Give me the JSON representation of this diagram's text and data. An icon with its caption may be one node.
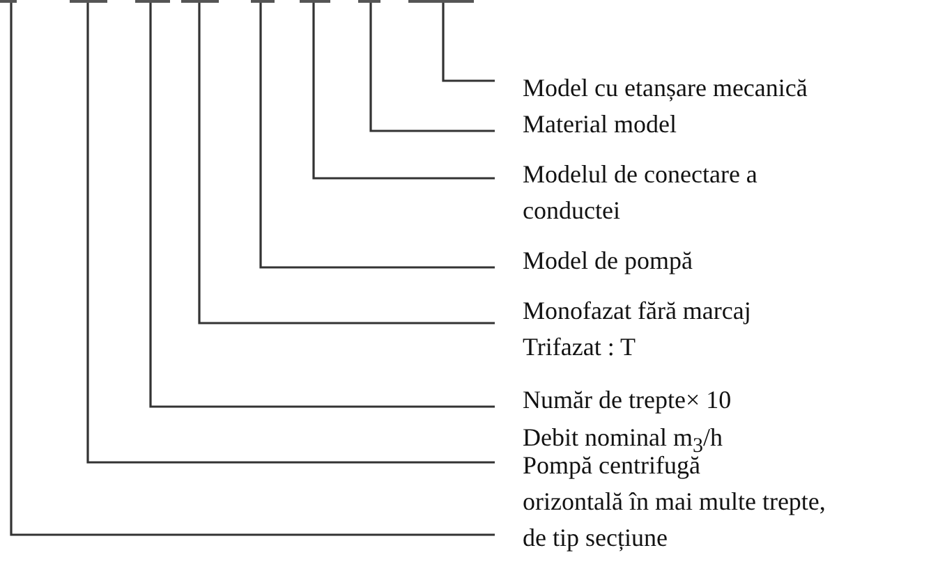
{
  "diagram": {
    "nodes": [
      {
        "text": [],
        "shape": "bar"
      },
      {
        "text": [],
        "shape": "bar"
      },
      {
        "text": [],
        "shape": "bar"
      },
      {
        "text": [],
        "shape": "bar"
      },
      {
        "text": [],
        "shape": "bar"
      },
      {
        "text": [],
        "shape": "bar"
      },
      {
        "text": [],
        "shape": "bar"
      },
      {
        "text": [],
        "shape": "bar"
      },
      {
        "text": [
          "Model cu etanșare mecanică"
        ]
      },
      {
        "text": [
          "Material model"
        ]
      },
      {
        "text": [
          "Modelul de conectare a conductei"
        ]
      },
      {
        "text": [
          "Model de pompă"
        ]
      },
      {
        "text": [
          "Monofazat fără marcaj",
          "Trifazat : T"
        ]
      },
      {
        "text": [
          "Număr de trepte× 10"
        ]
      },
      {
        "text": [
          "Debit nominal m$_{3}$/h"
        ]
      },
      {
        "text": [
          "Pompă centrifugă orizontală în mai multe trepte, de tip secțiune"
        ]
      }
    ],
    "edges": [
      {
        "from": 8,
        "to": 7,
        "arrow": "none"
      },
      {
        "from": 9,
        "to": 6,
        "arrow": "none"
      },
      {
        "from": 10,
        "to": 5,
        "arrow": "none"
      },
      {
        "from": 11,
        "to": 4,
        "arrow": "none"
      },
      {
        "from": 12,
        "to": 3,
        "arrow": "none"
      },
      {
        "from": 13,
        "to": 2,
        "arrow": "none"
      },
      {
        "from": 14,
        "to": 1,
        "arrow": "none"
      },
      {
        "from": 15,
        "to": 0,
        "arrow": "none"
      }
    ]
  }
}
